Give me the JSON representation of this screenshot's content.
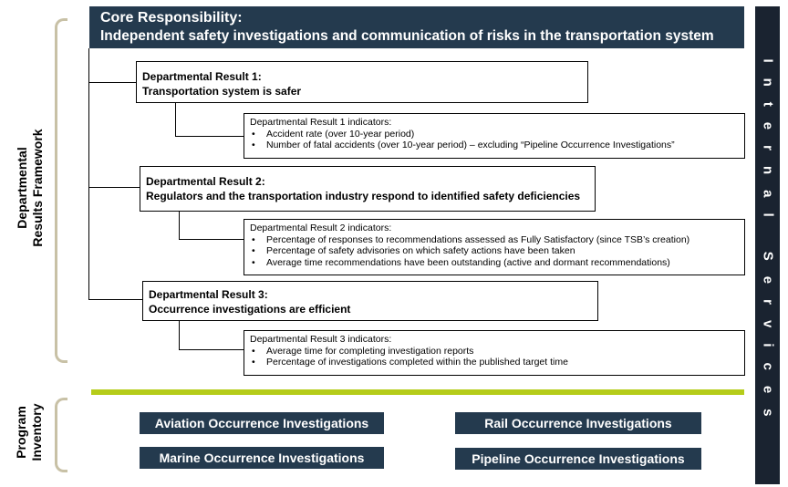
{
  "core": {
    "title": "Core Responsibility:",
    "text": "Independent safety investigations and communication of risks in the transportation system"
  },
  "internal_services": "Internal Services",
  "framework_label": {
    "line1": "Departmental",
    "line2": "Results Framework"
  },
  "inventory_label": {
    "line1": "Program",
    "line2": "Inventory"
  },
  "results": [
    {
      "title": "Departmental Result 1:",
      "text": "Transportation system is safer",
      "indicators_title": "Departmental Result 1 indicators:",
      "indicators": [
        "Accident rate (over 10-year period)",
        "Number of fatal accidents (over 10-year period) – excluding “Pipeline Occurrence Investigations”"
      ]
    },
    {
      "title": "Departmental Result 2:",
      "text": "Regulators and the transportation industry respond to identified safety deficiencies",
      "indicators_title": "Departmental Result 2 indicators:",
      "indicators": [
        "Percentage of responses to recommendations  assessed  as Fully Satisfactory (since TSB’s creation)",
        "Percentage of safety advisories on which safety actions have been taken",
        "Average time recommendations  have been outstanding  (active and dormant recommendations)"
      ]
    },
    {
      "title": "Departmental Result 3:",
      "text": "Occurrence investigations are efficient",
      "indicators_title": "Departmental Result 3 indicators:",
      "indicators": [
        "Average time for completing investigation reports",
        "Percentage of investigations completed  within the published  target time"
      ]
    }
  ],
  "programs": [
    "Aviation Occurrence Investigations",
    "Rail Occurrence Investigations",
    "Marine Occurrence Investigations",
    "Pipeline Occurrence Investigations"
  ],
  "colors": {
    "header_bg": "#243a4e",
    "internal_bg": "#1a2330",
    "divider": "#b5cc1a",
    "bracket": "#c8c1a6"
  }
}
